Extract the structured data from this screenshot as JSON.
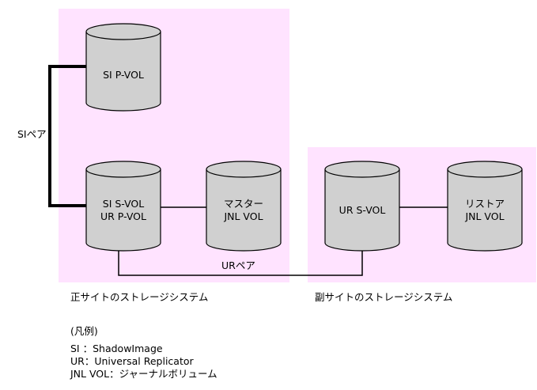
{
  "colors": {
    "site_background": "#ffe3ff",
    "cylinder_fill": "#d0d0d0",
    "line": "#000000"
  },
  "primary_site": {
    "label": "正サイトのストレージシステム",
    "si_pvol": {
      "line1": "SI P-VOL"
    },
    "si_svol_ur_pvol": {
      "line1": "SI S-VOL",
      "line2": "UR P-VOL"
    },
    "master_jnl": {
      "line1": "マスター",
      "line2": "JNL VOL"
    }
  },
  "secondary_site": {
    "label": "副サイトのストレージシステム",
    "ur_svol": {
      "line1": "UR S-VOL"
    },
    "restore_jnl": {
      "line1": "リストア",
      "line2": "JNL VOL"
    }
  },
  "pairs": {
    "si_pair_label": "SIペア",
    "ur_pair_label": "URペア"
  },
  "legend": {
    "title": "(凡例)",
    "items": [
      "SI ：ShadowImage",
      "UR：Universal Replicator",
      "JNL VOL：ジャーナルボリューム"
    ]
  }
}
